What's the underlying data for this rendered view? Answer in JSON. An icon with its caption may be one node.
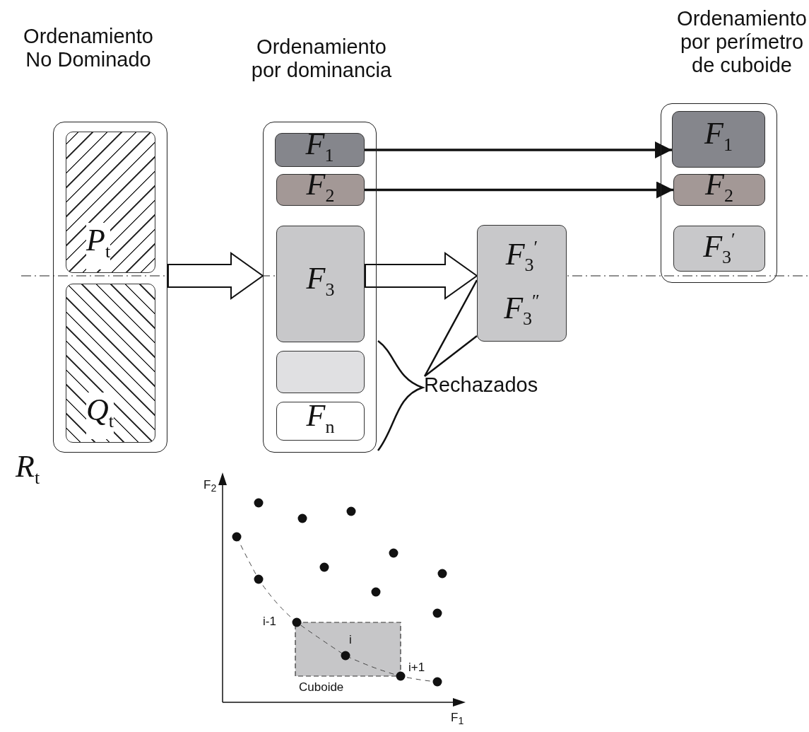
{
  "diagram": {
    "nodes": [
      {
        "text": [
          "Ordenamiento No Dominado"
        ],
        "beside": [
          "R$_{t}$"
        ]
      },
      {
        "text": [
          "P$_{t}$"
        ],
        "in": 0
      },
      {
        "text": [
          "Q$_{t}$"
        ],
        "in": 0
      },
      {
        "text": [
          "Ordenamiento por dominancia"
        ]
      },
      {
        "text": [
          "F$_{1}$"
        ],
        "in": 3
      },
      {
        "text": [
          "F$_{2}$"
        ],
        "in": 3
      },
      {
        "text": [
          "F$_{3}$"
        ],
        "in": 3
      },
      {
        "text": [],
        "shape": "box",
        "in": 3
      },
      {
        "text": [
          "F$_{n}$"
        ],
        "in": 3
      },
      {
        "text": [
          "F$_{3}$$^{′}$",
          "F$_{3}$$^{″}$"
        ]
      },
      {
        "text": [
          "Ordenamiento por perímetro de cuboide"
        ]
      },
      {
        "text": [
          "F$_{1}$"
        ],
        "in": 10
      },
      {
        "text": [
          "F$_{2}$"
        ],
        "in": 10
      },
      {
        "text": [
          "F$_{3}$$^{′}$"
        ],
        "in": 10
      },
      {
        "text": [
          "Rechazados"
        ]
      }
    ],
    "edges": [
      {
        "from": 0,
        "to": 3,
        "arrow": "to"
      },
      {
        "from": 4,
        "to": 11,
        "arrow": "to"
      },
      {
        "from": 5,
        "to": 12,
        "arrow": "to"
      },
      {
        "from": 6,
        "to": 9,
        "arrow": "to"
      },
      {
        "from": 14,
        "to": 9,
        "arrow": "none"
      }
    ],
    "labels": [
      "F$_{2}$",
      "i-1",
      "i",
      "i+1",
      "Cuboide",
      "F$_{1}$"
    ]
  }
}
